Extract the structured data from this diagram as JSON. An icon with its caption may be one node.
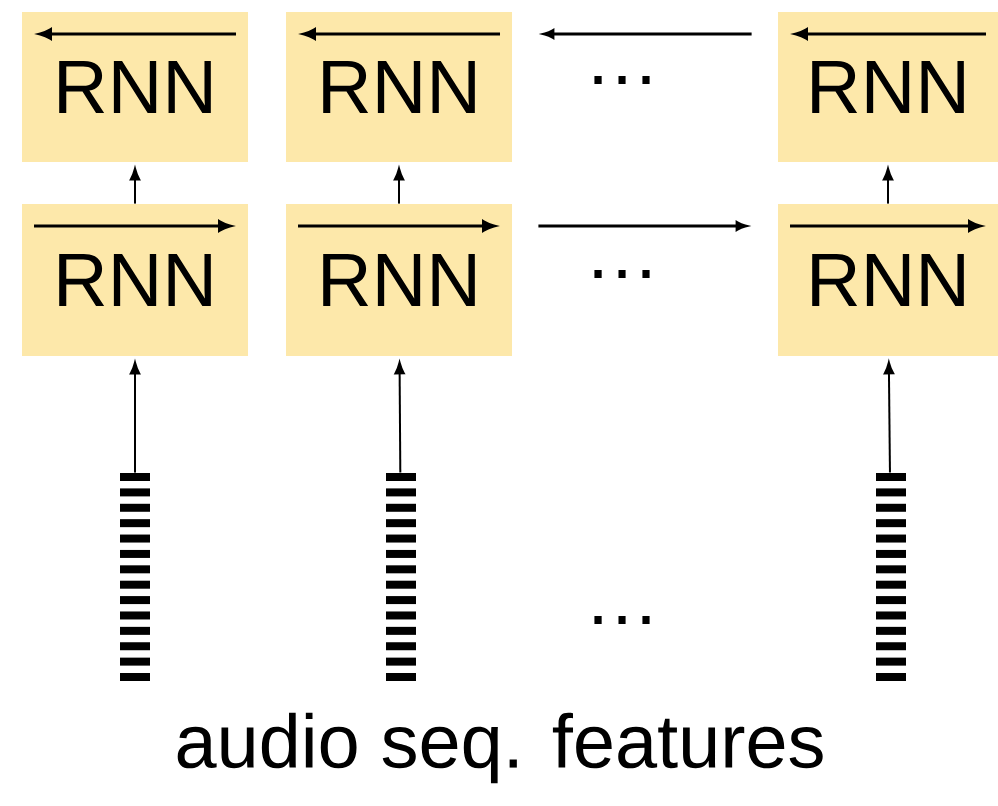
{
  "diagram": {
    "nodes": [
      {
        "text": [
          "RNN"
        ]
      },
      {
        "text": [
          "RNN"
        ]
      },
      {
        "text": [
          "RNN"
        ]
      },
      {
        "text": [
          "RNN"
        ]
      },
      {
        "text": [
          "RNN"
        ]
      },
      {
        "text": [
          "RNN"
        ]
      },
      {
        "text": [],
        "shape": "bar"
      },
      {
        "text": [],
        "shape": "bar"
      },
      {
        "text": [],
        "shape": "bar"
      }
    ],
    "edges": [
      {
        "from": 3,
        "to": 0,
        "arrow": "to"
      },
      {
        "from": 4,
        "to": 1,
        "arrow": "to"
      },
      {
        "from": 5,
        "to": 2,
        "arrow": "to"
      },
      {
        "from": 6,
        "to": 3,
        "arrow": "to"
      },
      {
        "from": 7,
        "to": 4,
        "arrow": "to"
      },
      {
        "from": 8,
        "to": 5,
        "arrow": "to"
      },
      {
        "from": 4,
        "to": 5,
        "arrow": "to"
      },
      {
        "from": 2,
        "to": 1,
        "arrow": "to"
      }
    ],
    "labels": [
      "…",
      "…",
      "…",
      "audio seq. features"
    ]
  }
}
